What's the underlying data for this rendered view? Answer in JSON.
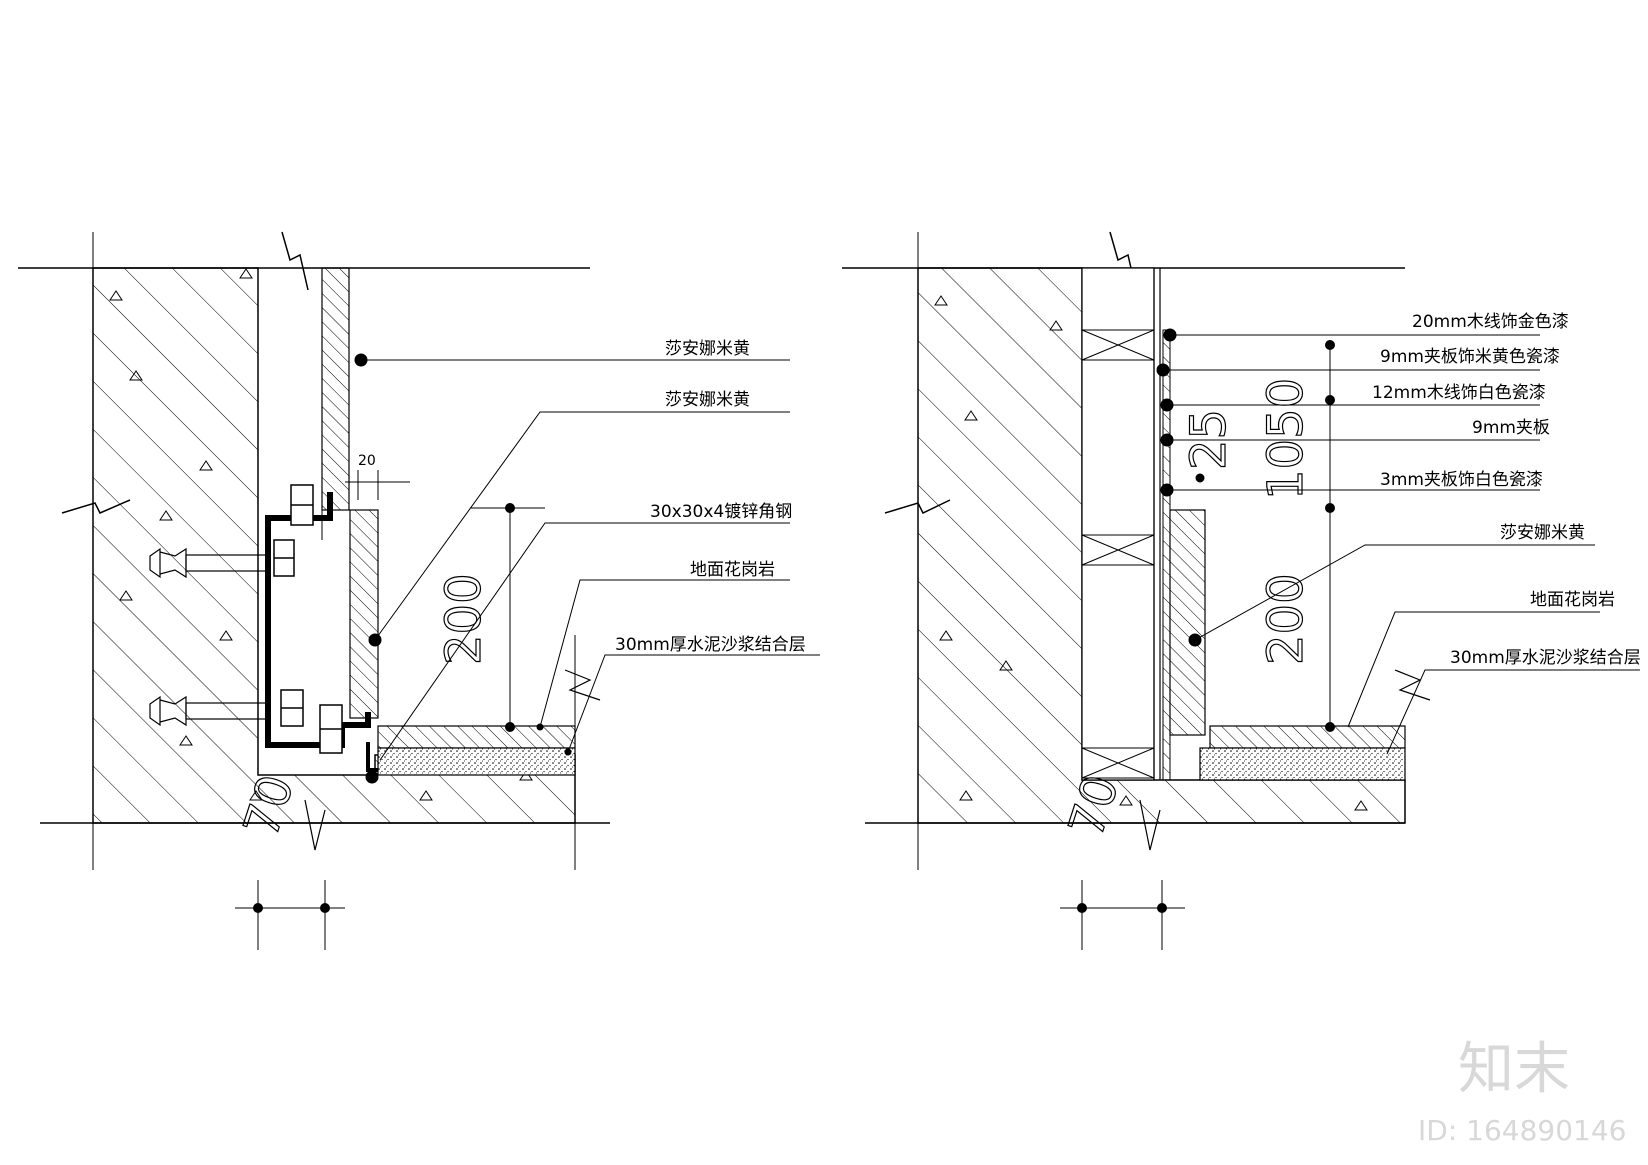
{
  "left_detail": {
    "labels": [
      "莎安娜米黄",
      "莎安娜米黄",
      "30x30x4镀锌角钢",
      "地面花岗岩",
      "30mm厚水泥沙浆结合层"
    ],
    "dim_top": "20",
    "dim_height": "200",
    "dim_bottom": "70"
  },
  "right_detail": {
    "labels": [
      "20mm木线饰金色漆",
      "9mm夹板饰米黄色瓷漆",
      "12mm木线饰白色瓷漆",
      "9mm夹板",
      "3mm夹板饰白色瓷漆",
      "莎安娜米黄",
      "地面花岗岩",
      "30mm厚水泥沙浆结合层"
    ],
    "dim_upper_a": "1050",
    "dim_upper_b": "25",
    "dim_height": "200",
    "dim_bottom": "70"
  },
  "watermark": {
    "logo": "知末",
    "id_text": "ID: 164890146"
  }
}
